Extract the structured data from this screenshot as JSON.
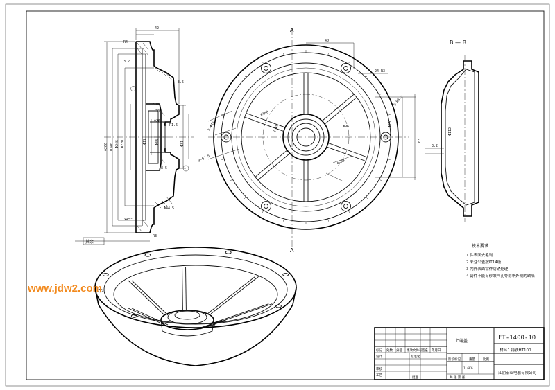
{
  "watermark": "www.jdw2.com",
  "sections": {
    "a_top": "A",
    "a_bottom": "A",
    "b_label": "B — B"
  },
  "requirements": {
    "heading": "技术要求",
    "items": [
      "1 件表面去毛刺",
      "2 未注公差按IT14级",
      "3 内外表面需作防锈处理",
      "4 铸件不能有砂眼气孔等影响外观的缺陷"
    ]
  },
  "title_block": {
    "part_name": "上端盖",
    "drawing_no": "FT-1400-10",
    "material": "材料：铸铁HT100",
    "weight_value": "1.6KG",
    "company": "江阴宏业电器有限公司",
    "col_labels": [
      "标记",
      "处数",
      "分区",
      "更改文件号",
      "签名",
      "年月日"
    ],
    "row_labels": [
      "设计",
      "标准化",
      "审核",
      "工艺"
    ],
    "mid_labels": [
      "阶段标记",
      "重量",
      "比例"
    ],
    "bottom_labels": [
      "批准",
      "共  张  第  张"
    ]
  },
  "dims": {
    "side": [
      "42",
      "R4",
      "3.2",
      "3.5",
      "2-Φ6",
      "30",
      "Φ26",
      "Φ17",
      "Φ43",
      "Φ220",
      "Φ246",
      "Φ266",
      "1×45°",
      "R3",
      "Φ44.5",
      "Φ340",
      "Φ31",
      "8.5",
      "R1.6"
    ],
    "plan": [
      "40",
      "24-R3",
      "Φ96",
      "Φ160",
      "Φ20",
      "4-R9",
      "2-Φ16",
      "2-Φ9",
      "63",
      "6-R3.5",
      "3-Φ7.5"
    ],
    "section_b": [
      "Φ112",
      "3.2"
    ]
  },
  "roughness_note": "其余"
}
